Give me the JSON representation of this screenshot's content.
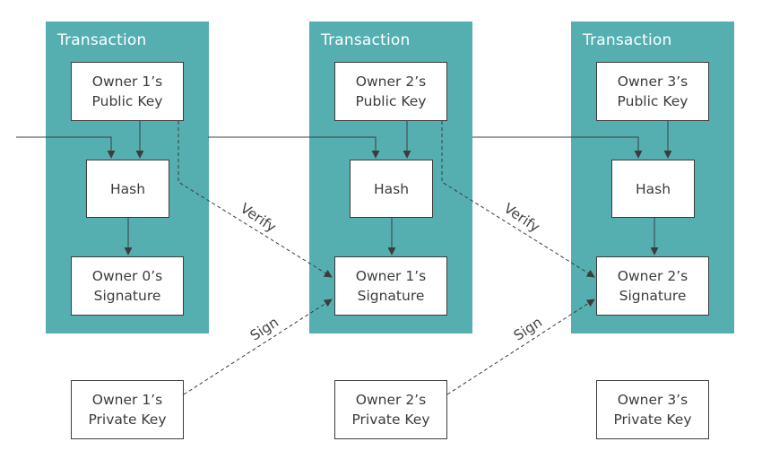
{
  "transactions": [
    {
      "title": "Transaction",
      "public_key": [
        "Owner 1’s",
        "Public Key"
      ],
      "hash": "Hash",
      "signature": [
        "Owner 0’s",
        "Signature"
      ]
    },
    {
      "title": "Transaction",
      "public_key": [
        "Owner 2’s",
        "Public Key"
      ],
      "hash": "Hash",
      "signature": [
        "Owner 1’s",
        "Signature"
      ]
    },
    {
      "title": "Transaction",
      "public_key": [
        "Owner 3’s",
        "Public Key"
      ],
      "hash": "Hash",
      "signature": [
        "Owner 2’s",
        "Signature"
      ]
    }
  ],
  "private_keys": [
    [
      "Owner 1’s",
      "Private Key"
    ],
    [
      "Owner 2’s",
      "Private Key"
    ],
    [
      "Owner 3’s",
      "Private Key"
    ]
  ],
  "edge_labels": {
    "verify": "Verify",
    "sign": "Sign"
  },
  "colors": {
    "transaction_fill": "#55afb0",
    "box_border": "#3c3c3c",
    "line": "#3c3c3c"
  }
}
